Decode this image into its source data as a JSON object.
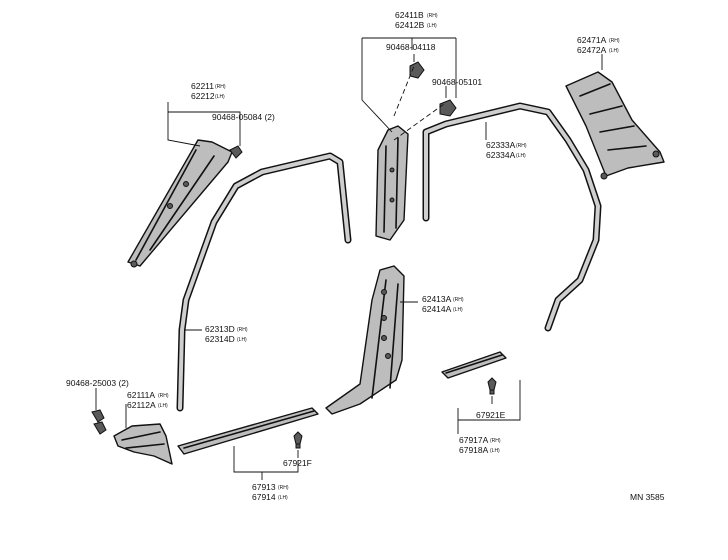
{
  "callouts": {
    "p62411b": "62411B",
    "p62412b": "62412B",
    "rh": "(RH)",
    "lh": "(LH)",
    "p90468_04118": "90468-04118",
    "p90468_05101": "90468-05101",
    "p62471a": "62471A",
    "p62472a": "62472A",
    "p62211": "62211",
    "p62212": "62212",
    "p90468_05084": "90468-05084 (2)",
    "p62333a": "62333A",
    "p62334a": "62334A",
    "p62413a": "62413A",
    "p62414a": "62414A",
    "p62313d": "62313D",
    "p62314d": "62314D",
    "p90468_25003": "90468-25003 (2)",
    "p62111a": "62111A",
    "p62112a": "62112A",
    "p67921e": "67921E",
    "p67917a": "67917A",
    "p67918a": "67918A",
    "p67921f": "67921F",
    "p67913": "67913",
    "p67914": "67914"
  },
  "drawing_ref": "MN 3585"
}
